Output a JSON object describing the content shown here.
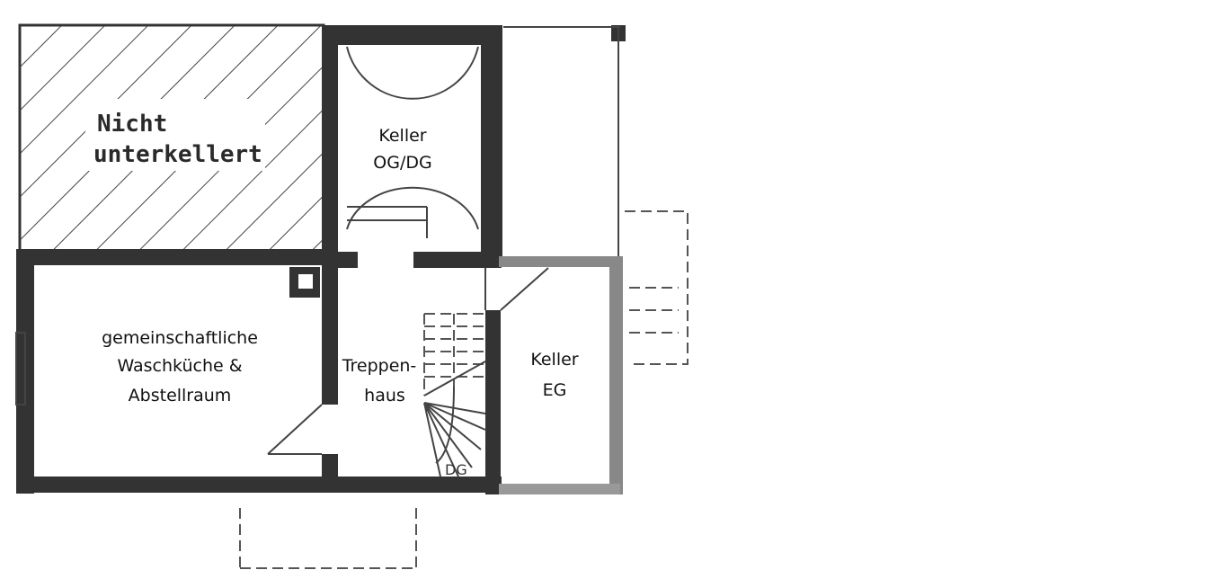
{
  "plan": {
    "rooms": {
      "unexcavated": {
        "line1": "Nicht",
        "line2": "unterkellert"
      },
      "cellar_upper": {
        "line1": "Keller",
        "line2": "OG/DG"
      },
      "laundry": {
        "line1": "gemeinschaftliche",
        "line2": "Waschküche &",
        "line3": "Abstellraum"
      },
      "stairwell": {
        "line1": "Treppen-",
        "line2": "haus"
      },
      "cellar_ground": {
        "line1": "Keller",
        "line2": "EG"
      }
    },
    "stair_mark": "DG",
    "colors": {
      "wall": "#333333",
      "hatch": "#444444"
    }
  }
}
